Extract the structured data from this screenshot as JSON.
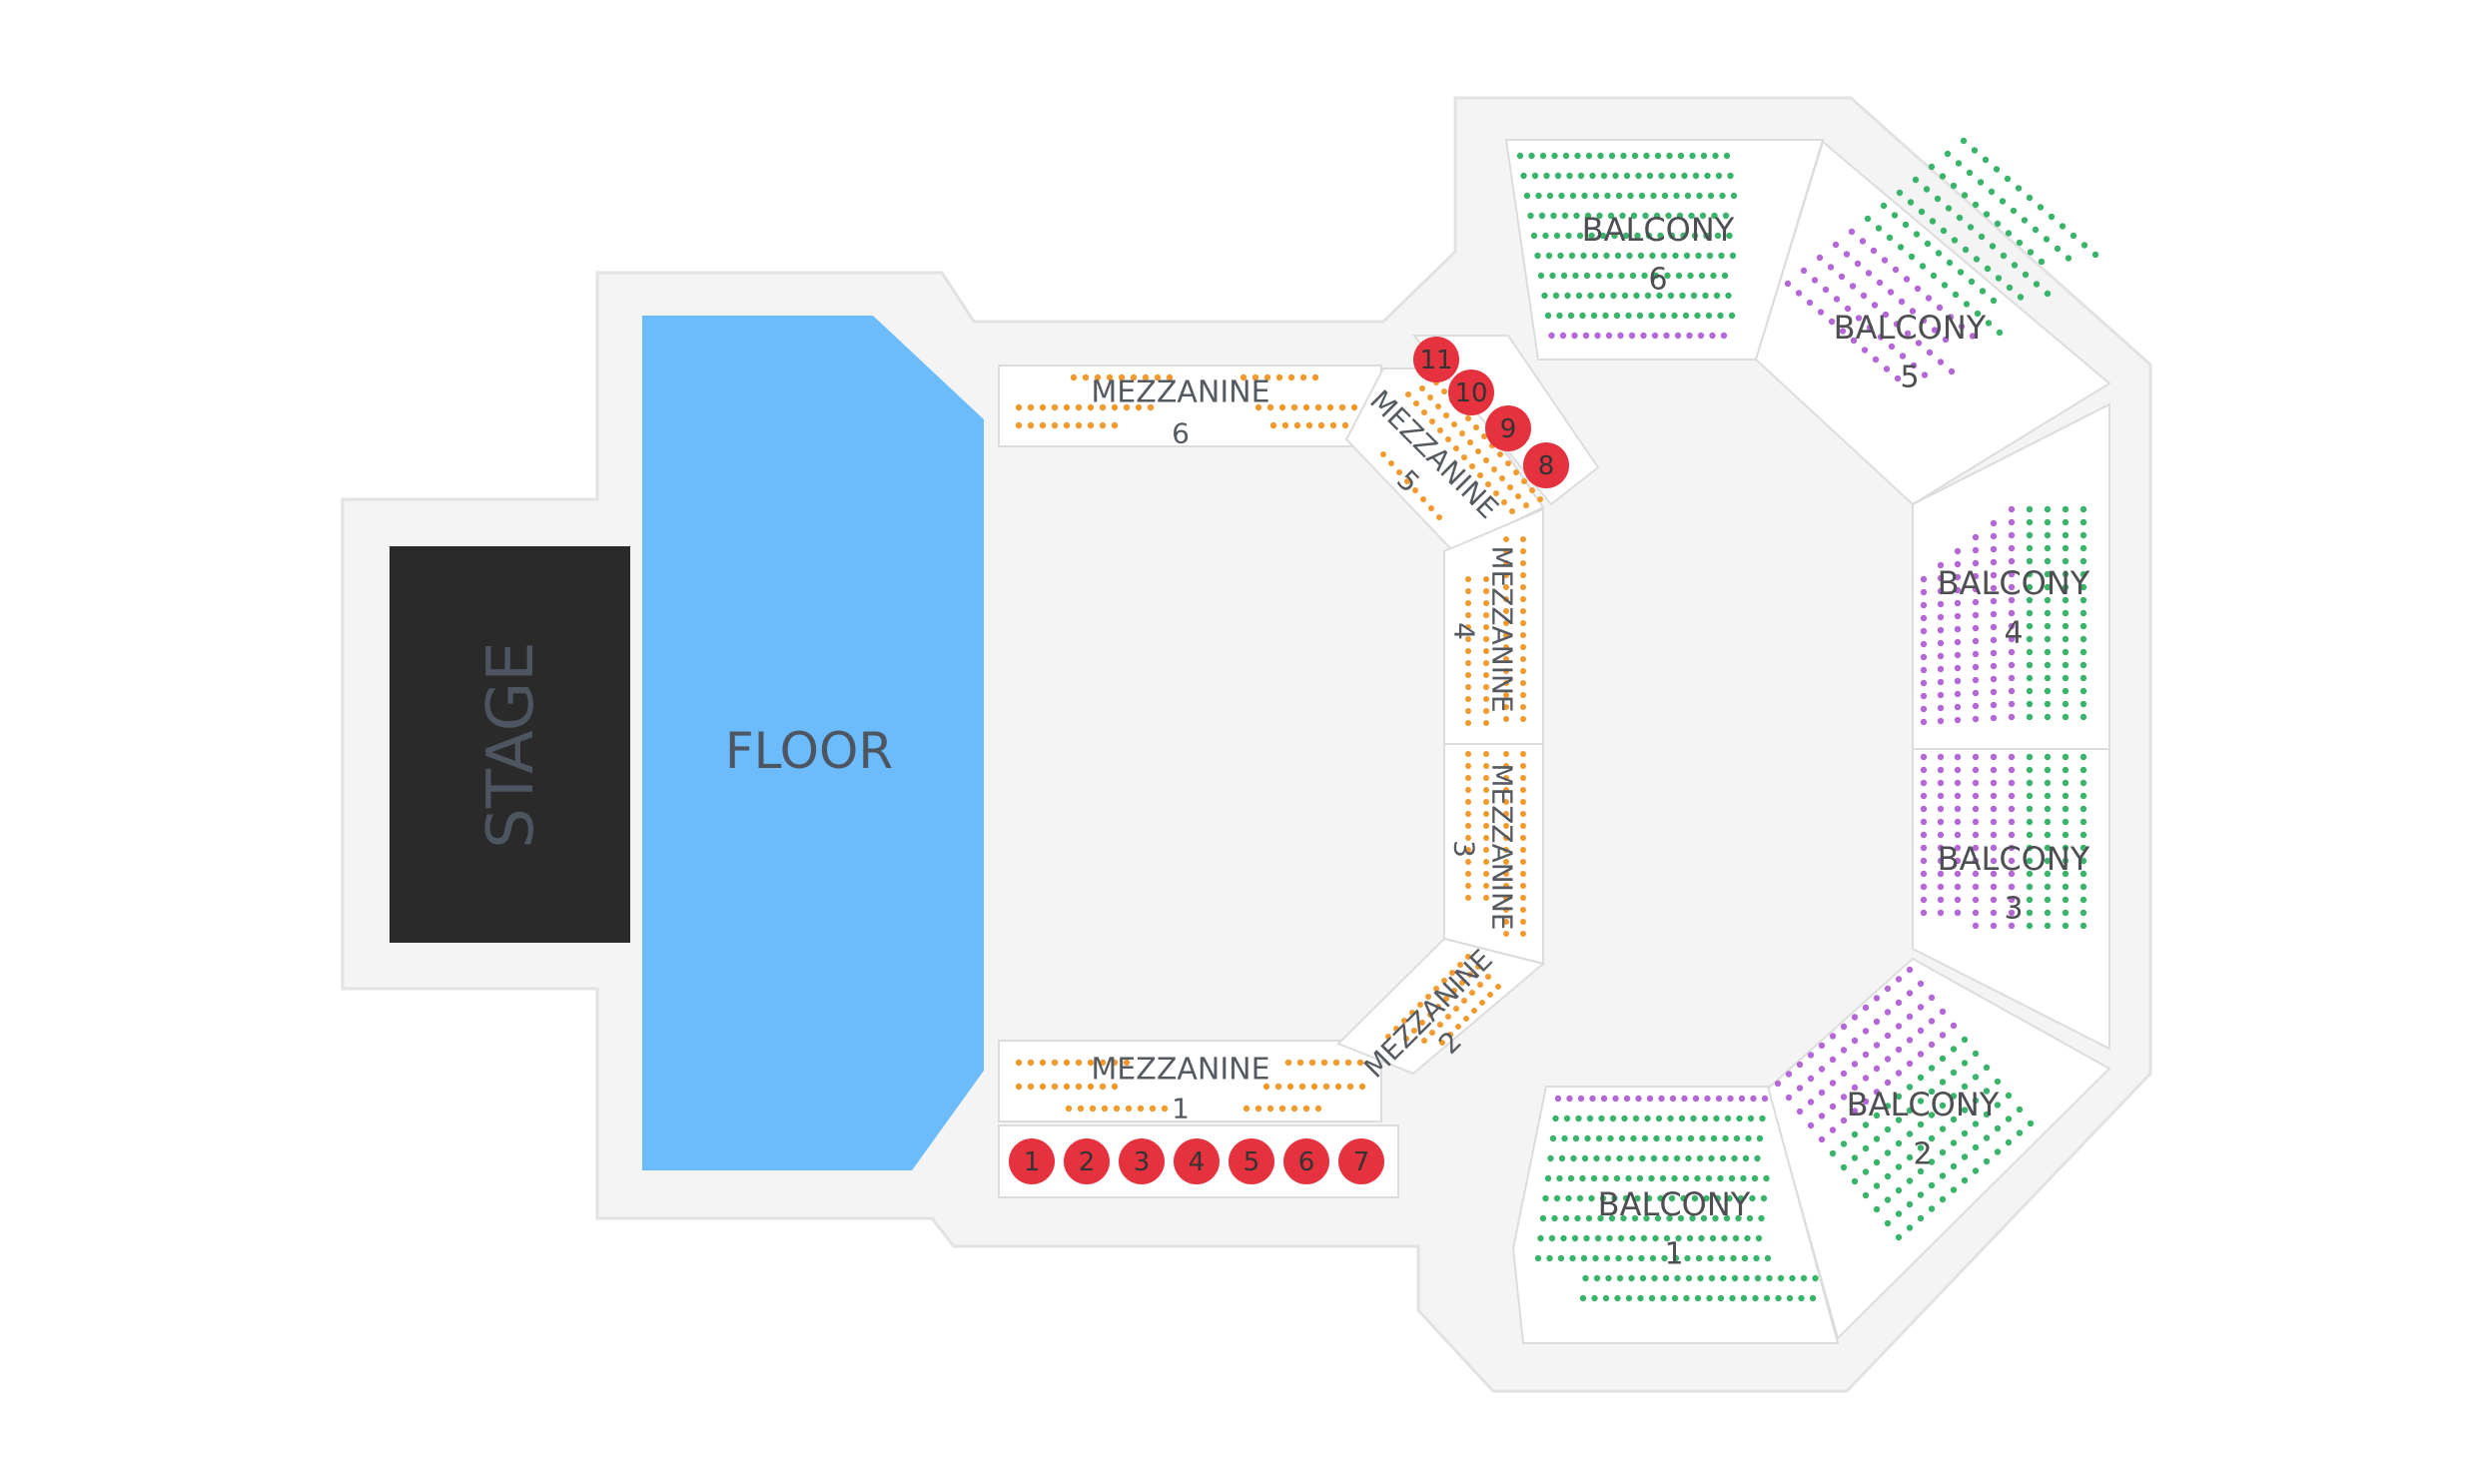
{
  "colors": {
    "background": "#ffffff",
    "venue_outline": "#f4f4f4",
    "venue_border": "#e2e2e2",
    "stage": "#2a2a2a",
    "stage_text": "#ffffff",
    "floor": "#6cbcfc",
    "floor_text": "#4f5b66",
    "mezzanine_seat": "#f29a2e",
    "balcony_green": "#3ab46a",
    "balcony_purple": "#b467d6",
    "box_seat": "#e5323e",
    "box_seat_text": "#ffffff",
    "panel_fill": "#ffffff",
    "panel_border": "#dcdcdc"
  },
  "stage": {
    "label": "STAGE"
  },
  "floor": {
    "label": "FLOOR"
  },
  "mezzanine": [
    {
      "id": "mezz-1",
      "name": "MEZZANINE",
      "number": "1"
    },
    {
      "id": "mezz-2",
      "name": "MEZZANINE",
      "number": "2"
    },
    {
      "id": "mezz-3",
      "name": "MEZZANINE",
      "number": "3"
    },
    {
      "id": "mezz-4",
      "name": "MEZZANINE",
      "number": "4"
    },
    {
      "id": "mezz-5",
      "name": "MEZZANINE",
      "number": "5"
    },
    {
      "id": "mezz-6",
      "name": "MEZZANINE",
      "number": "6"
    }
  ],
  "balcony": [
    {
      "id": "balc-1",
      "name": "BALCONY",
      "number": "1"
    },
    {
      "id": "balc-2",
      "name": "BALCONY",
      "number": "2"
    },
    {
      "id": "balc-3",
      "name": "BALCONY",
      "number": "3"
    },
    {
      "id": "balc-4",
      "name": "BALCONY",
      "number": "4"
    },
    {
      "id": "balc-5",
      "name": "BALCONY",
      "number": "5"
    },
    {
      "id": "balc-6",
      "name": "BALCONY",
      "number": "6"
    }
  ],
  "boxes": [
    "1",
    "2",
    "3",
    "4",
    "5",
    "6",
    "7",
    "8",
    "9",
    "10",
    "11"
  ]
}
